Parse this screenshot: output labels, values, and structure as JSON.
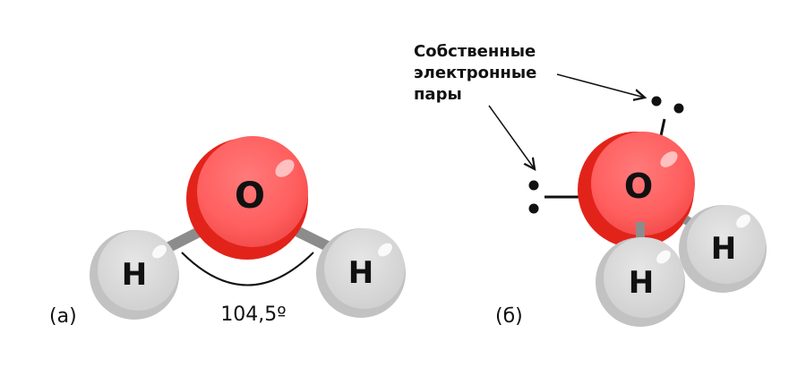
{
  "figure": {
    "panel_a": {
      "label": "(а)",
      "oxygen_symbol": "O",
      "hydrogen_symbol": "H",
      "angle_label": "104,5º"
    },
    "panel_b": {
      "label": "(б)",
      "oxygen_symbol": "O",
      "hydrogen_symbol": "H",
      "lone_pairs_label": [
        "Собственные",
        "электронные",
        "пары"
      ]
    }
  },
  "colors": {
    "oxygen": "#e8322b",
    "oxygen_highlight": "#ff6b6b",
    "hydrogen": "#d4d4d4",
    "bond": "#8c8c8c",
    "text": "#111111"
  }
}
